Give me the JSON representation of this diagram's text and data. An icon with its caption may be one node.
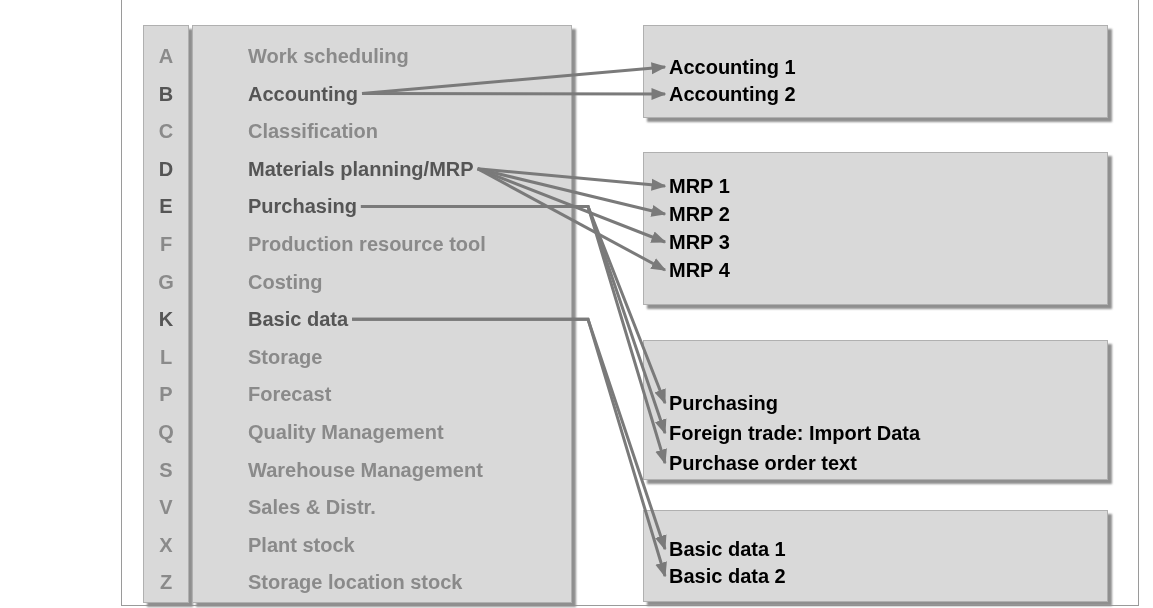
{
  "diagram": {
    "nodes": [
      {
        "text": [
          "A",
          "B",
          "C",
          "D",
          "E",
          "F",
          "G",
          "K",
          "L",
          "P",
          "Q",
          "S",
          "V",
          "X",
          "Z"
        ]
      },
      {
        "text": [],
        "shape": "box"
      },
      {
        "text": [
          "Work scheduling"
        ],
        "in": 1
      },
      {
        "text": [
          "Accounting"
        ],
        "in": 1
      },
      {
        "text": [
          "Classification"
        ],
        "in": 1
      },
      {
        "text": [
          "Materials planning/MRP"
        ],
        "in": 1
      },
      {
        "text": [
          "Purchasing"
        ],
        "in": 1
      },
      {
        "text": [
          "Production resource tool"
        ],
        "in": 1
      },
      {
        "text": [
          "Costing"
        ],
        "in": 1
      },
      {
        "text": [
          "Basic data"
        ],
        "in": 1
      },
      {
        "text": [
          "Storage"
        ],
        "in": 1
      },
      {
        "text": [
          "Forecast"
        ],
        "in": 1
      },
      {
        "text": [
          "Quality Management"
        ],
        "in": 1
      },
      {
        "text": [
          "Warehouse Management"
        ],
        "in": 1
      },
      {
        "text": [
          "Sales & Distr."
        ],
        "in": 1
      },
      {
        "text": [
          "Plant stock"
        ],
        "in": 1
      },
      {
        "text": [
          "Storage location stock"
        ],
        "in": 1
      },
      {
        "text": [],
        "shape": "box"
      },
      {
        "text": [
          "Accounting 1"
        ],
        "in": 17
      },
      {
        "text": [
          "Accounting 2"
        ],
        "in": 17
      },
      {
        "text": [],
        "shape": "box"
      },
      {
        "text": [
          "MRP 1"
        ],
        "in": 20
      },
      {
        "text": [
          "MRP 2"
        ],
        "in": 20
      },
      {
        "text": [
          "MRP 3"
        ],
        "in": 20
      },
      {
        "text": [
          "MRP 4"
        ],
        "in": 20
      },
      {
        "text": [],
        "shape": "box"
      },
      {
        "text": [
          "Purchasing"
        ],
        "in": 25
      },
      {
        "text": [
          "Foreign trade: Import Data"
        ],
        "in": 25
      },
      {
        "text": [
          "Purchase order text"
        ],
        "in": 25
      },
      {
        "text": [],
        "shape": "box"
      },
      {
        "text": [
          "Basic data 1"
        ],
        "in": 29
      },
      {
        "text": [
          "Basic data 2"
        ],
        "in": 29
      }
    ],
    "edges": [
      {
        "from": 3,
        "to": 18,
        "arrow": "to"
      },
      {
        "from": 3,
        "to": 19,
        "arrow": "to"
      },
      {
        "from": 5,
        "to": 21,
        "arrow": "to"
      },
      {
        "from": 5,
        "to": 22,
        "arrow": "to"
      },
      {
        "from": 5,
        "to": 23,
        "arrow": "to"
      },
      {
        "from": 5,
        "to": 24,
        "arrow": "to"
      },
      {
        "from": 6,
        "to": 26,
        "arrow": "to"
      },
      {
        "from": 6,
        "to": 27,
        "arrow": "to"
      },
      {
        "from": 6,
        "to": 28,
        "arrow": "to"
      },
      {
        "from": 9,
        "to": 30,
        "arrow": "to"
      },
      {
        "from": 9,
        "to": 31,
        "arrow": "to"
      }
    ]
  }
}
